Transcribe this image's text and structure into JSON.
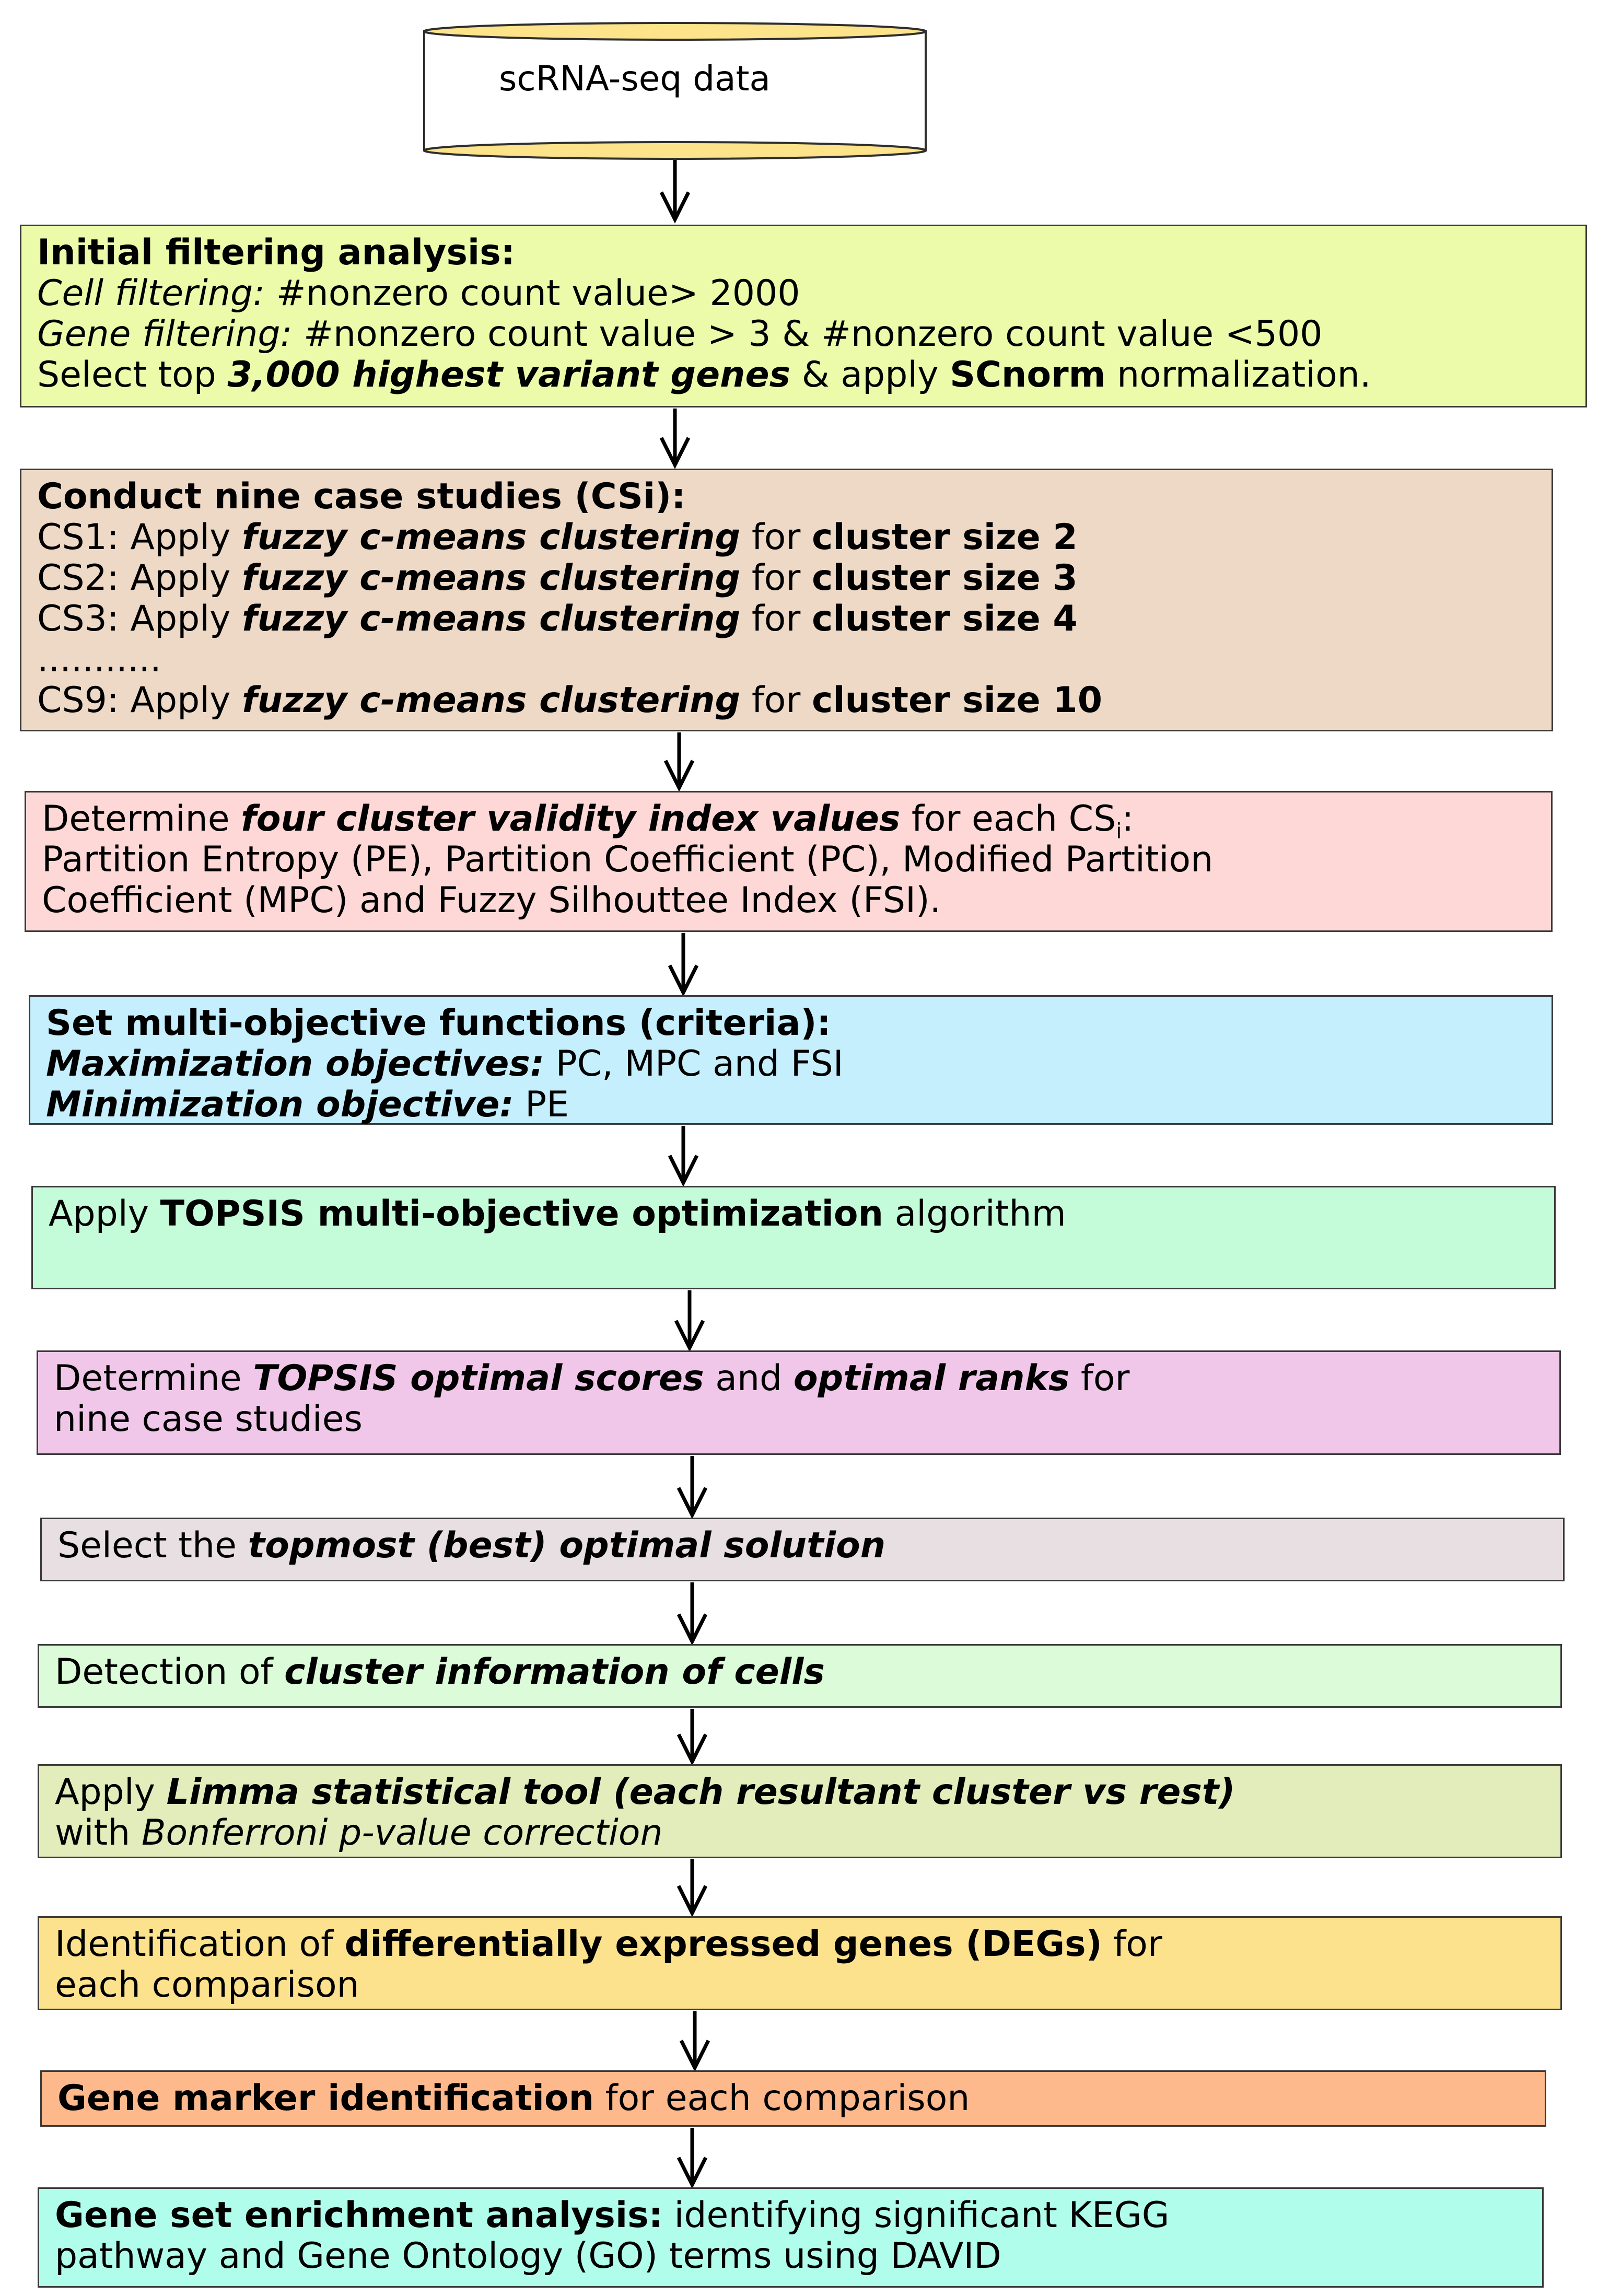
{
  "start": {
    "label": "scRNA-seq data",
    "fill": "#fde38a"
  },
  "steps": [
    {
      "fill": "#ecfbaa",
      "lines": [
        [
          {
            "t": "Initial filtering analysis:",
            "s": "b"
          }
        ],
        [
          {
            "t": "Cell filtering:",
            "s": "i"
          },
          {
            "t": " #nonzero count value> 2000",
            "s": ""
          }
        ],
        [
          {
            "t": "Gene filtering:",
            "s": "i"
          },
          {
            "t": " #nonzero count value > 3 & #nonzero count value <500",
            "s": ""
          }
        ],
        [
          {
            "t": "Select top ",
            "s": ""
          },
          {
            "t": "3,000 highest variant genes",
            "s": "bi"
          },
          {
            "t": " & apply ",
            "s": ""
          },
          {
            "t": "SCnorm",
            "s": "b"
          },
          {
            "t": " normalization.",
            "s": ""
          }
        ]
      ]
    },
    {
      "fill": "#edd9c6",
      "lines": [
        [
          {
            "t": "Conduct nine case studies (CSi):",
            "s": "b"
          }
        ],
        [
          {
            "t": "CS1: Apply ",
            "s": ""
          },
          {
            "t": "fuzzy c-means clustering",
            "s": "bi"
          },
          {
            "t": " for ",
            "s": ""
          },
          {
            "t": "cluster size 2",
            "s": "b"
          }
        ],
        [
          {
            "t": "CS2: Apply ",
            "s": ""
          },
          {
            "t": "fuzzy c-means clustering",
            "s": "bi"
          },
          {
            "t": " for ",
            "s": ""
          },
          {
            "t": "cluster size 3",
            "s": "b"
          }
        ],
        [
          {
            "t": "CS3: Apply ",
            "s": ""
          },
          {
            "t": "fuzzy c-means clustering",
            "s": "bi"
          },
          {
            "t": " for ",
            "s": ""
          },
          {
            "t": "cluster size 4",
            "s": "b"
          }
        ],
        [
          {
            "t": "...........",
            "s": ""
          }
        ],
        [
          {
            "t": "CS9: Apply ",
            "s": ""
          },
          {
            "t": "fuzzy c-means clustering",
            "s": "bi"
          },
          {
            "t": " for ",
            "s": ""
          },
          {
            "t": "cluster size 10",
            "s": "b"
          }
        ]
      ]
    },
    {
      "fill": "#fdd8d6",
      "lines": [
        [
          {
            "t": "Determine ",
            "s": ""
          },
          {
            "t": "four cluster validity index values",
            "s": "bi"
          },
          {
            "t": " for each CS",
            "s": ""
          },
          {
            "t": "i",
            "s": "sub"
          },
          {
            "t": ":",
            "s": ""
          }
        ],
        [
          {
            "t": "Partition Entropy (PE), Partition Coefficient (PC), Modified Partition",
            "s": ""
          }
        ],
        [
          {
            "t": "Coefficient (MPC) and Fuzzy Silhouttee Index (FSI).",
            "s": ""
          }
        ]
      ]
    },
    {
      "fill": "#c5effd",
      "lines": [
        [
          {
            "t": "Set multi-objective functions (criteria):",
            "s": "b"
          }
        ],
        [
          {
            "t": "Maximization objectives:",
            "s": "bi"
          },
          {
            "t": " PC, MPC and FSI",
            "s": ""
          }
        ],
        [
          {
            "t": "Minimization objective:",
            "s": "bi"
          },
          {
            "t": " PE",
            "s": ""
          }
        ]
      ]
    },
    {
      "fill": "#c4fcd9",
      "lines": [
        [
          {
            "t": "Apply ",
            "s": ""
          },
          {
            "t": "TOPSIS multi-objective optimization",
            "s": "b"
          },
          {
            "t": " algorithm",
            "s": ""
          }
        ]
      ]
    },
    {
      "fill": "#f0c7e9",
      "lines": [
        [
          {
            "t": "Determine ",
            "s": ""
          },
          {
            "t": "TOPSIS optimal scores",
            "s": "bi"
          },
          {
            "t": " and ",
            "s": ""
          },
          {
            "t": "optimal ranks",
            "s": "bi"
          },
          {
            "t": " for",
            "s": ""
          }
        ],
        [
          {
            "t": "nine case studies",
            "s": ""
          }
        ]
      ]
    },
    {
      "fill": "#e7dfe1",
      "lines": [
        [
          {
            "t": "Select the ",
            "s": ""
          },
          {
            "t": "topmost (best) optimal solution",
            "s": "bi"
          }
        ]
      ]
    },
    {
      "fill": "#dbfbd9",
      "lines": [
        [
          {
            "t": "Detection of ",
            "s": ""
          },
          {
            "t": "cluster information of cells",
            "s": "bi"
          }
        ]
      ]
    },
    {
      "fill": "#e3edbb",
      "lines": [
        [
          {
            "t": "Apply ",
            "s": ""
          },
          {
            "t": "Limma statistical tool (each resultant cluster vs rest)",
            "s": "bi"
          }
        ],
        [
          {
            "t": "with ",
            "s": ""
          },
          {
            "t": "Bonferroni p-value correction",
            "s": "i"
          }
        ]
      ]
    },
    {
      "fill": "#fde28e",
      "lines": [
        [
          {
            "t": "Identification of ",
            "s": ""
          },
          {
            "t": "differentially expressed genes (DEGs)",
            "s": "b"
          },
          {
            "t": " for",
            "s": ""
          }
        ],
        [
          {
            "t": "each comparison",
            "s": ""
          }
        ]
      ]
    },
    {
      "fill": "#fdb98b",
      "lines": [
        [
          {
            "t": "Gene marker identification",
            "s": "b"
          },
          {
            "t": " for each comparison",
            "s": ""
          }
        ]
      ]
    },
    {
      "fill": "#b0fdec",
      "lines": [
        [
          {
            "t": "Gene set enrichment analysis:",
            "s": "b"
          },
          {
            "t": " identifying significant KEGG",
            "s": ""
          }
        ],
        [
          {
            "t": "pathway and Gene Ontology (GO) terms using DAVID",
            "s": ""
          }
        ]
      ]
    }
  ]
}
